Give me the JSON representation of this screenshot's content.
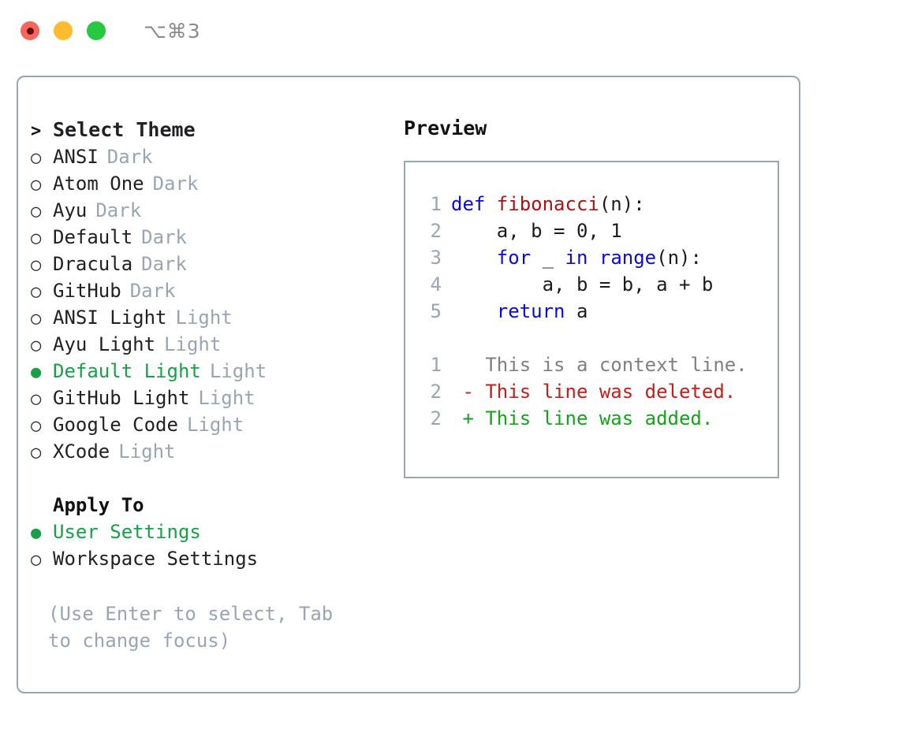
{
  "window": {
    "shortcut": "⌥⌘3",
    "traffic_lights": [
      {
        "name": "close",
        "color": "#f9655d"
      },
      {
        "name": "minimize",
        "color": "#fdbc2e"
      },
      {
        "name": "maximize",
        "color": "#26c940"
      }
    ]
  },
  "theme_list": {
    "header": {
      "prompt": ">",
      "title": "Select Theme"
    },
    "items": [
      {
        "marker": "○",
        "label": "ANSI",
        "variant": "Dark",
        "selected": false
      },
      {
        "marker": "○",
        "label": "Atom One",
        "variant": "Dark",
        "selected": false
      },
      {
        "marker": "○",
        "label": "Ayu",
        "variant": "Dark",
        "selected": false
      },
      {
        "marker": "○",
        "label": "Default",
        "variant": "Dark",
        "selected": false
      },
      {
        "marker": "○",
        "label": "Dracula",
        "variant": "Dark",
        "selected": false
      },
      {
        "marker": "○",
        "label": "GitHub",
        "variant": "Dark",
        "selected": false
      },
      {
        "marker": "○",
        "label": "ANSI Light",
        "variant": "Light",
        "selected": false
      },
      {
        "marker": "○",
        "label": "Ayu Light",
        "variant": "Light",
        "selected": false
      },
      {
        "marker": "●",
        "label": "Default Light",
        "variant": "Light",
        "selected": true
      },
      {
        "marker": "○",
        "label": "GitHub Light",
        "variant": "Light",
        "selected": false
      },
      {
        "marker": "○",
        "label": "Google Code",
        "variant": "Light",
        "selected": false
      },
      {
        "marker": "○",
        "label": "XCode",
        "variant": "Light",
        "selected": false
      }
    ]
  },
  "apply_to": {
    "title": "Apply To",
    "items": [
      {
        "marker": "●",
        "label": "User Settings",
        "selected": true
      },
      {
        "marker": "○",
        "label": "Workspace Settings",
        "selected": false
      }
    ]
  },
  "hint": "(Use Enter to select, Tab to change focus)",
  "preview": {
    "title": "Preview",
    "code_lines": [
      {
        "num": "1",
        "tokens": [
          {
            "text": "def ",
            "style": "tok-kw"
          },
          {
            "text": "fibonacci",
            "style": "tok-fn"
          },
          {
            "text": "(n):",
            "style": "tok-plain"
          }
        ]
      },
      {
        "num": "2",
        "tokens": [
          {
            "text": "    a, b = 0, 1",
            "style": "tok-plain"
          }
        ]
      },
      {
        "num": "3",
        "tokens": [
          {
            "text": "    ",
            "style": "tok-plain"
          },
          {
            "text": "for",
            "style": "tok-kw"
          },
          {
            "text": " _ ",
            "style": "tok-plain"
          },
          {
            "text": "in",
            "style": "tok-kw"
          },
          {
            "text": " ",
            "style": "tok-plain"
          },
          {
            "text": "range",
            "style": "tok-kw"
          },
          {
            "text": "(n):",
            "style": "tok-plain"
          }
        ]
      },
      {
        "num": "4",
        "tokens": [
          {
            "text": "        a, b = b, a + b",
            "style": "tok-plain"
          }
        ]
      },
      {
        "num": "5",
        "tokens": [
          {
            "text": "    ",
            "style": "tok-plain"
          },
          {
            "text": "return",
            "style": "tok-kw"
          },
          {
            "text": " a",
            "style": "tok-plain"
          }
        ]
      }
    ],
    "diff_lines": [
      {
        "num": "1",
        "tokens": [
          {
            "text": "   This is a context line.",
            "style": "tok-ctx"
          }
        ]
      },
      {
        "num": "2",
        "tokens": [
          {
            "text": " - This line was deleted.",
            "style": "tok-del"
          }
        ]
      },
      {
        "num": "2",
        "tokens": [
          {
            "text": " + This line was added.",
            "style": "tok-add"
          }
        ]
      }
    ]
  },
  "colors": {
    "border": "#9aa5b1",
    "accent_green": "#17a047",
    "muted": "#9aa5b1",
    "keyword_blue": "#0a0ae0",
    "function_red": "#a81414",
    "diff_delete": "#c1201b",
    "diff_add": "#16a31b"
  }
}
